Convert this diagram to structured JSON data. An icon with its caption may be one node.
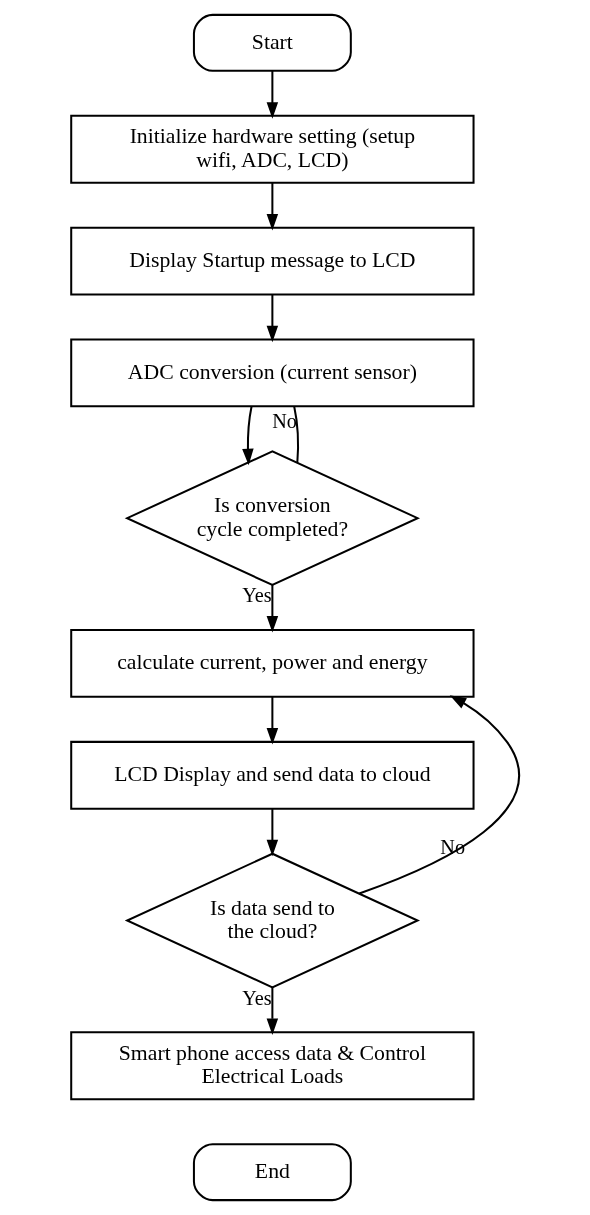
{
  "diagram": {
    "nodes": [
      {
        "text": [
          "Start"
        ]
      },
      {
        "text": [
          "Initialize hardware setting (setup wifi, ADC, LCD)"
        ]
      },
      {
        "text": [
          "Display Startup message to LCD"
        ]
      },
      {
        "text": [
          "ADC conversion (current sensor)"
        ]
      },
      {
        "text": [
          "Is conversion cycle completed?"
        ]
      },
      {
        "text": [
          "calculate current, power and energy"
        ]
      },
      {
        "text": [
          "LCD Display and send data to cloud"
        ]
      },
      {
        "text": [
          "Is data send to the cloud?"
        ]
      },
      {
        "text": [
          "Smart phone access data & Control Electrical Loads"
        ]
      },
      {
        "text": [
          "End"
        ]
      }
    ],
    "edges": [
      {
        "from": 0,
        "to": 1,
        "arrow": "to"
      },
      {
        "from": 1,
        "to": 2,
        "arrow": "to"
      },
      {
        "from": 2,
        "to": 3,
        "arrow": "to"
      },
      {
        "from": 3,
        "to": 4,
        "arrow": "to"
      },
      {
        "from": 4,
        "to": 3,
        "arrow": "none",
        "label": "No"
      },
      {
        "from": 4,
        "to": 5,
        "arrow": "to",
        "label": "Yes"
      },
      {
        "from": 5,
        "to": 6,
        "arrow": "to"
      },
      {
        "from": 6,
        "to": 7,
        "arrow": "to"
      },
      {
        "from": 7,
        "to": 5,
        "arrow": "to",
        "label": "No"
      },
      {
        "from": 7,
        "to": 8,
        "arrow": "to",
        "label": "Yes"
      }
    ]
  }
}
